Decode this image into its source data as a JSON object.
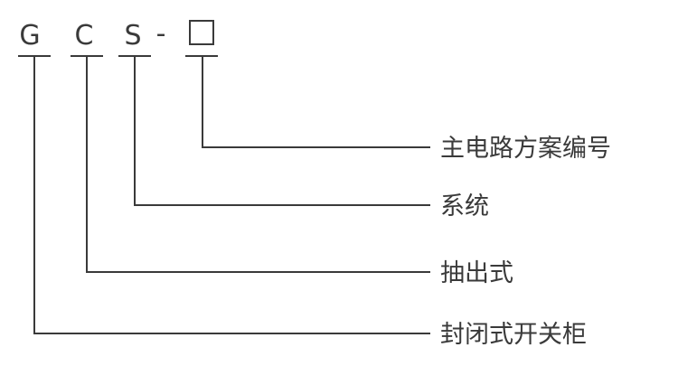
{
  "code": {
    "char_1": "G",
    "char_2": "C",
    "char_3": "S",
    "separator": "-"
  },
  "labels": {
    "main_circuit": "主电路方案编号",
    "system": "系统",
    "drawout": "抽出式",
    "enclosed_cabinet": "封闭式开关柜"
  },
  "colors": {
    "ink": "#3a3a3a",
    "background": "#ffffff"
  }
}
